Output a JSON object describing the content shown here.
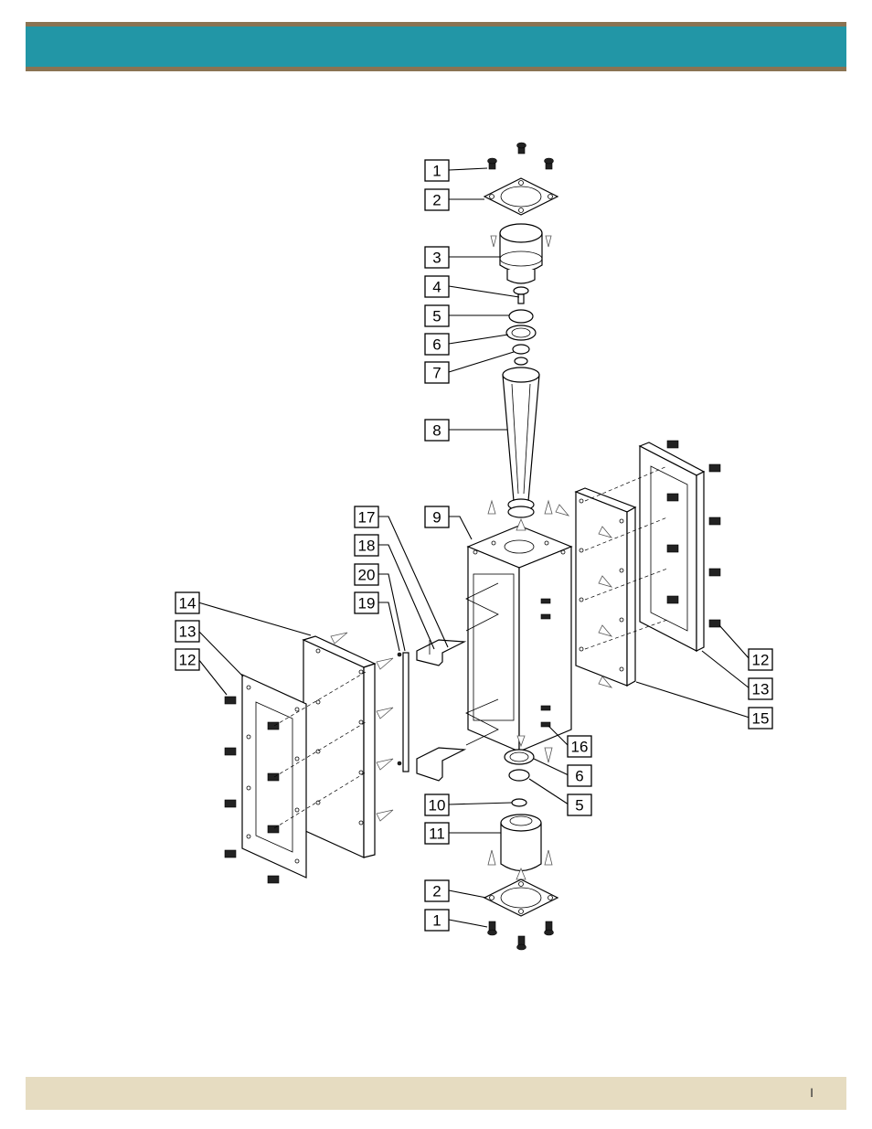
{
  "footer": {
    "page_marker": "I"
  },
  "callouts": {
    "c1_top": "1",
    "c2_top": "2",
    "c3": "3",
    "c4": "4",
    "c5_top": "5",
    "c6_top": "6",
    "c7": "7",
    "c8": "8",
    "c9": "9",
    "c17": "17",
    "c18": "18",
    "c20": "20",
    "c19": "19",
    "c14": "14",
    "c13_left": "13",
    "c12_left": "12",
    "c12_right": "12",
    "c13_right": "13",
    "c15": "15",
    "c16": "16",
    "c6_bottom": "6",
    "c5_bottom": "5",
    "c10": "10",
    "c11": "11",
    "c2_bottom": "2",
    "c1_bottom": "1"
  }
}
